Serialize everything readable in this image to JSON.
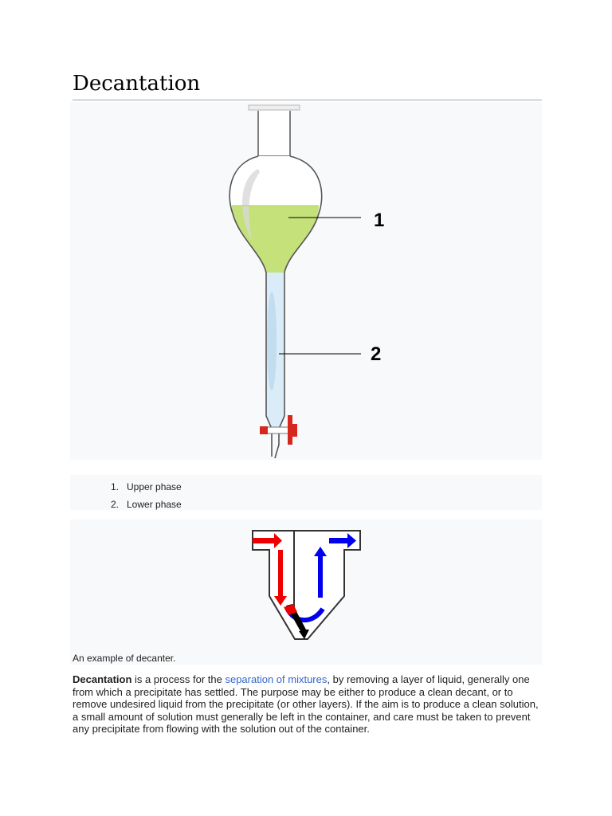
{
  "page": {
    "title": "Decantation"
  },
  "figure1": {
    "labels": [
      "1",
      "2"
    ],
    "legend": [
      {
        "num": "1.",
        "text": "Upper phase"
      },
      {
        "num": "2.",
        "text": "Lower phase"
      }
    ]
  },
  "figure2": {
    "caption": "An example of decanter."
  },
  "article": {
    "term": "Decantation",
    "intro": " is a process for the ",
    "link": "separation of mixtures",
    "rest": ", by removing a layer of liquid, generally one from which a precipitate has settled. The purpose may be either to produce a clean decant, or to remove undesired liquid from the precipitate (or other layers). If the aim is to produce a clean solution, a small amount of solution must generally be left in the container, and care must be taken to prevent any precipitate from flowing with the solution out of the container."
  },
  "colors": {
    "upper_phase": "#c5e17a",
    "lower_phase": "#d9ecf7",
    "stopcock": "#d7261e",
    "arrow_in": "#ee0000",
    "arrow_out": "#0000ee",
    "link": "#3366cc"
  }
}
